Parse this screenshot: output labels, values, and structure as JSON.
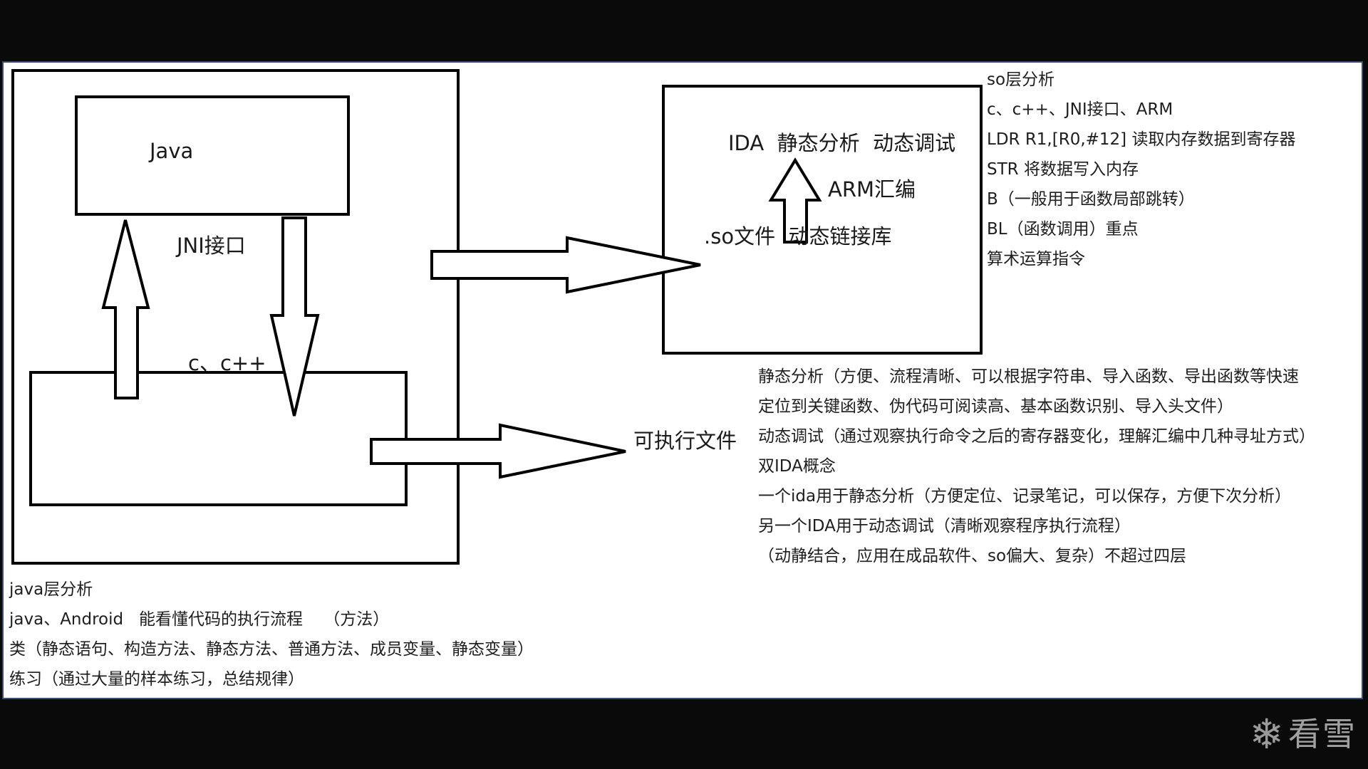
{
  "diagram": {
    "java_box": "Java",
    "jni_label": "JNI接口",
    "c_box": "c、c++",
    "ida_label": "IDA  静态分析  动态调试",
    "arm_label": "ARM汇编",
    "so_label": ".so文件  动态链接库",
    "exe_label": "可执行文件"
  },
  "so_notes": [
    "so层分析",
    "c、c++、JNI接口、ARM",
    "LDR R1,[R0,#12]  读取内存数据到寄存器",
    "STR 将数据写入内存",
    "B（一般用于函数局部跳转）",
    "BL（函数调用）重点",
    "算术运算指令"
  ],
  "analysis_notes": [
    "静态分析（方便、流程清晰、可以根据字符串、导入函数、导出函数等快速",
    "定位到关键函数、伪代码可阅读高、基本函数识别、导入头文件）",
    "动态调试（通过观察执行命令之后的寄存器变化，理解汇编中几种寻址方式）",
    "双IDA概念",
    "一个ida用于静态分析（方便定位、记录笔记，可以保存，方便下次分析）",
    "另一个IDA用于动态调试（清晰观察程序执行流程）",
    "（动静结合，应用在成品软件、so偏大、复杂）不超过四层"
  ],
  "java_notes": [
    "java层分析",
    "java、Android   能看懂代码的执行流程    （方法）",
    "类（静态语句、构造方法、静态方法、普通方法、成员变量、静态变量）",
    "练习（通过大量的样本练习，总结规律）"
  ],
  "watermark": {
    "icon": "snowflake-icon",
    "text": "看雪"
  }
}
